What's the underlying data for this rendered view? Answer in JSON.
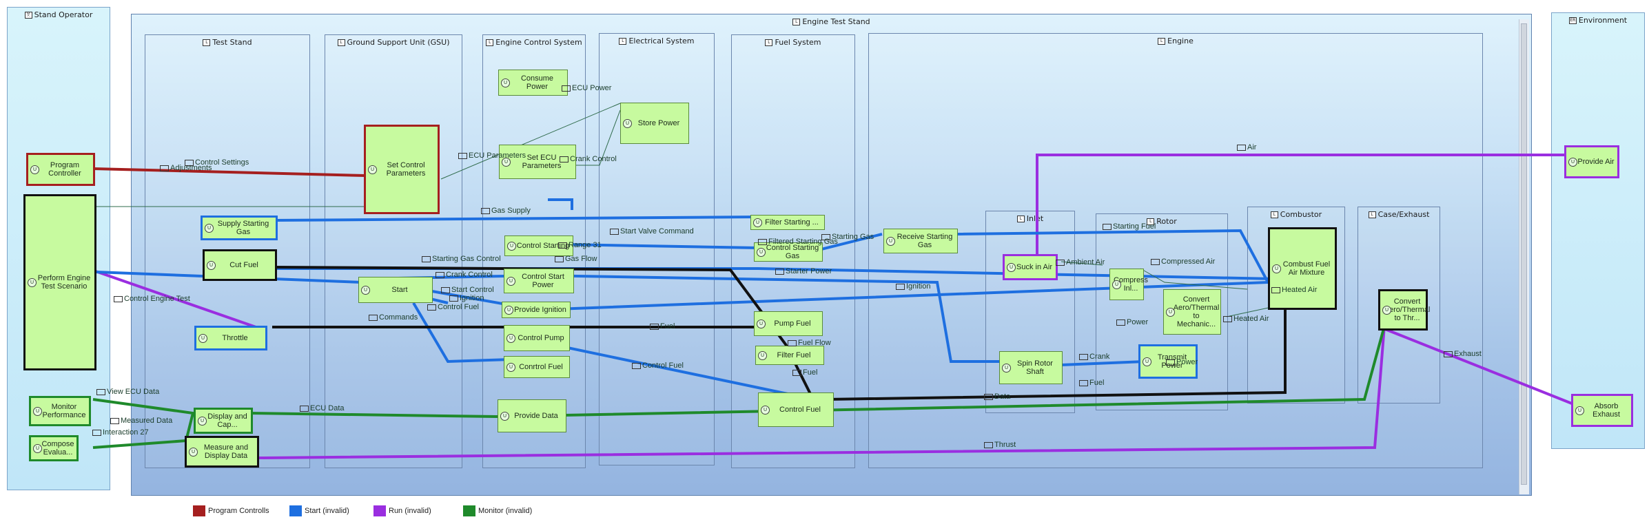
{
  "actor_left": {
    "title": "Stand Operator"
  },
  "actor_right": {
    "title": "Environment"
  },
  "system": {
    "title": "Engine Test Stand"
  },
  "lanes": {
    "test_stand": "Test Stand",
    "gsu": "Ground Support Unit (GSU)",
    "ecs": "Engine Control System",
    "electrical": "Electrical System",
    "fuel": "Fuel System",
    "engine": "Engine",
    "inlet": "Inlet",
    "rotor": "Rotor",
    "combustor": "Combustor",
    "case": "Case/Exhaust"
  },
  "actions": {
    "program_controller": "Program Controller",
    "perform_scenario": "Perform Engine Test Scenario",
    "monitor_performance": "Monitor Performance",
    "compose_eval": "Compose Evalua...",
    "supply_gas": "Supply Starting Gas",
    "cut_fuel": "Cut Fuel",
    "throttle": "Throttle",
    "display_cap": "Display and Cap...",
    "measure_display": "Measure and Display Data",
    "set_control_params": "Set Control Parameters",
    "start": "Start",
    "consume_power": "Consume Power",
    "set_ecu_params": "Set ECU Parameters",
    "control_starting": "Control Starting",
    "control_starter": "Control Start Power",
    "provide_ignition": "Provide Ignition",
    "control_pump": "Control Pump",
    "control_fuel_ecs": "Conrtrol Fuel",
    "provide_data": "Provide Data",
    "store_power": "Store Power",
    "filter_starting": "Filter Starting ...",
    "control_starting_gas": "Control Starting Gas",
    "pump_fuel": "Pump Fuel",
    "filter_fuel": "Filter Fuel",
    "control_fuel": "Control Fuel",
    "receive_gas": "Receive Starting Gas",
    "suck_air": "Suck in Air",
    "spin_shaft": "Spin Rotor Shaft",
    "compress": "Compress Inl...",
    "convert_mech": "Convert Aero/Thermal to Mechanic...",
    "transmit_power": "Transmit Power",
    "combust": "Combust Fuel Air Mixture",
    "convert_thr": "Convert Aero/Thermal to Thr...",
    "provide_air": "Provide Air",
    "absorb_exhaust": "Absorb Exhaust"
  },
  "flow_labels": {
    "control_settings": "Control Settings",
    "adjustments": "Adjustments",
    "ecu_params": "ECU Parameters",
    "crank_control_top": "Crank Control",
    "ecu_power": "ECU Power",
    "gas_supply": "Gas Supply",
    "starting_gas_control": "Starting Gas Control",
    "start_valve_command": "Start Valve Command",
    "gas_flow": "Gas Flow",
    "crank_control": "Crank Control",
    "start_control": "Start Control",
    "ignition": "Ignition",
    "control_fuel": "Control Fuel",
    "commands": "Commands",
    "control_engine_test": "Control Engine Test",
    "fuel": "Fuel",
    "fuel_flow": "Fuel Flow",
    "fuel_b": "Fuel",
    "control_fuel_b": "Control Fuel",
    "ecu_data": "ECU Data",
    "view_ecu_data": "View ECU Data",
    "measured_data": "Measured Data",
    "interaction": "Interaction 27",
    "starting_gas": "Starting Gas",
    "filtered_starting_gas": "Filtered Starting Gas",
    "starter_power": "Starter Power",
    "air": "Air",
    "starting_fuel": "Starting Fuel",
    "ambient_air": "Ambient Air",
    "compressed_air": "Compressed Air",
    "ignition_b": "Ignition",
    "heated_air": "Heated Air",
    "heated_air_b": "Heated Air",
    "power": "Power",
    "power_b": "Power",
    "crank": "Crank",
    "fuel_c": "Fuel",
    "exhaust": "Exhaust",
    "data": "Data",
    "thrust": "Thrust",
    "range": "Range 31"
  },
  "legend": [
    {
      "label": "Program Controlls",
      "color": "#a51f1f"
    },
    {
      "label": "Start (invalid)",
      "color": "#1e6fe0"
    },
    {
      "label": "Run (invalid)",
      "color": "#9a2ee0"
    },
    {
      "label": "Monitor (invalid)",
      "color": "#1f8a2b"
    }
  ]
}
